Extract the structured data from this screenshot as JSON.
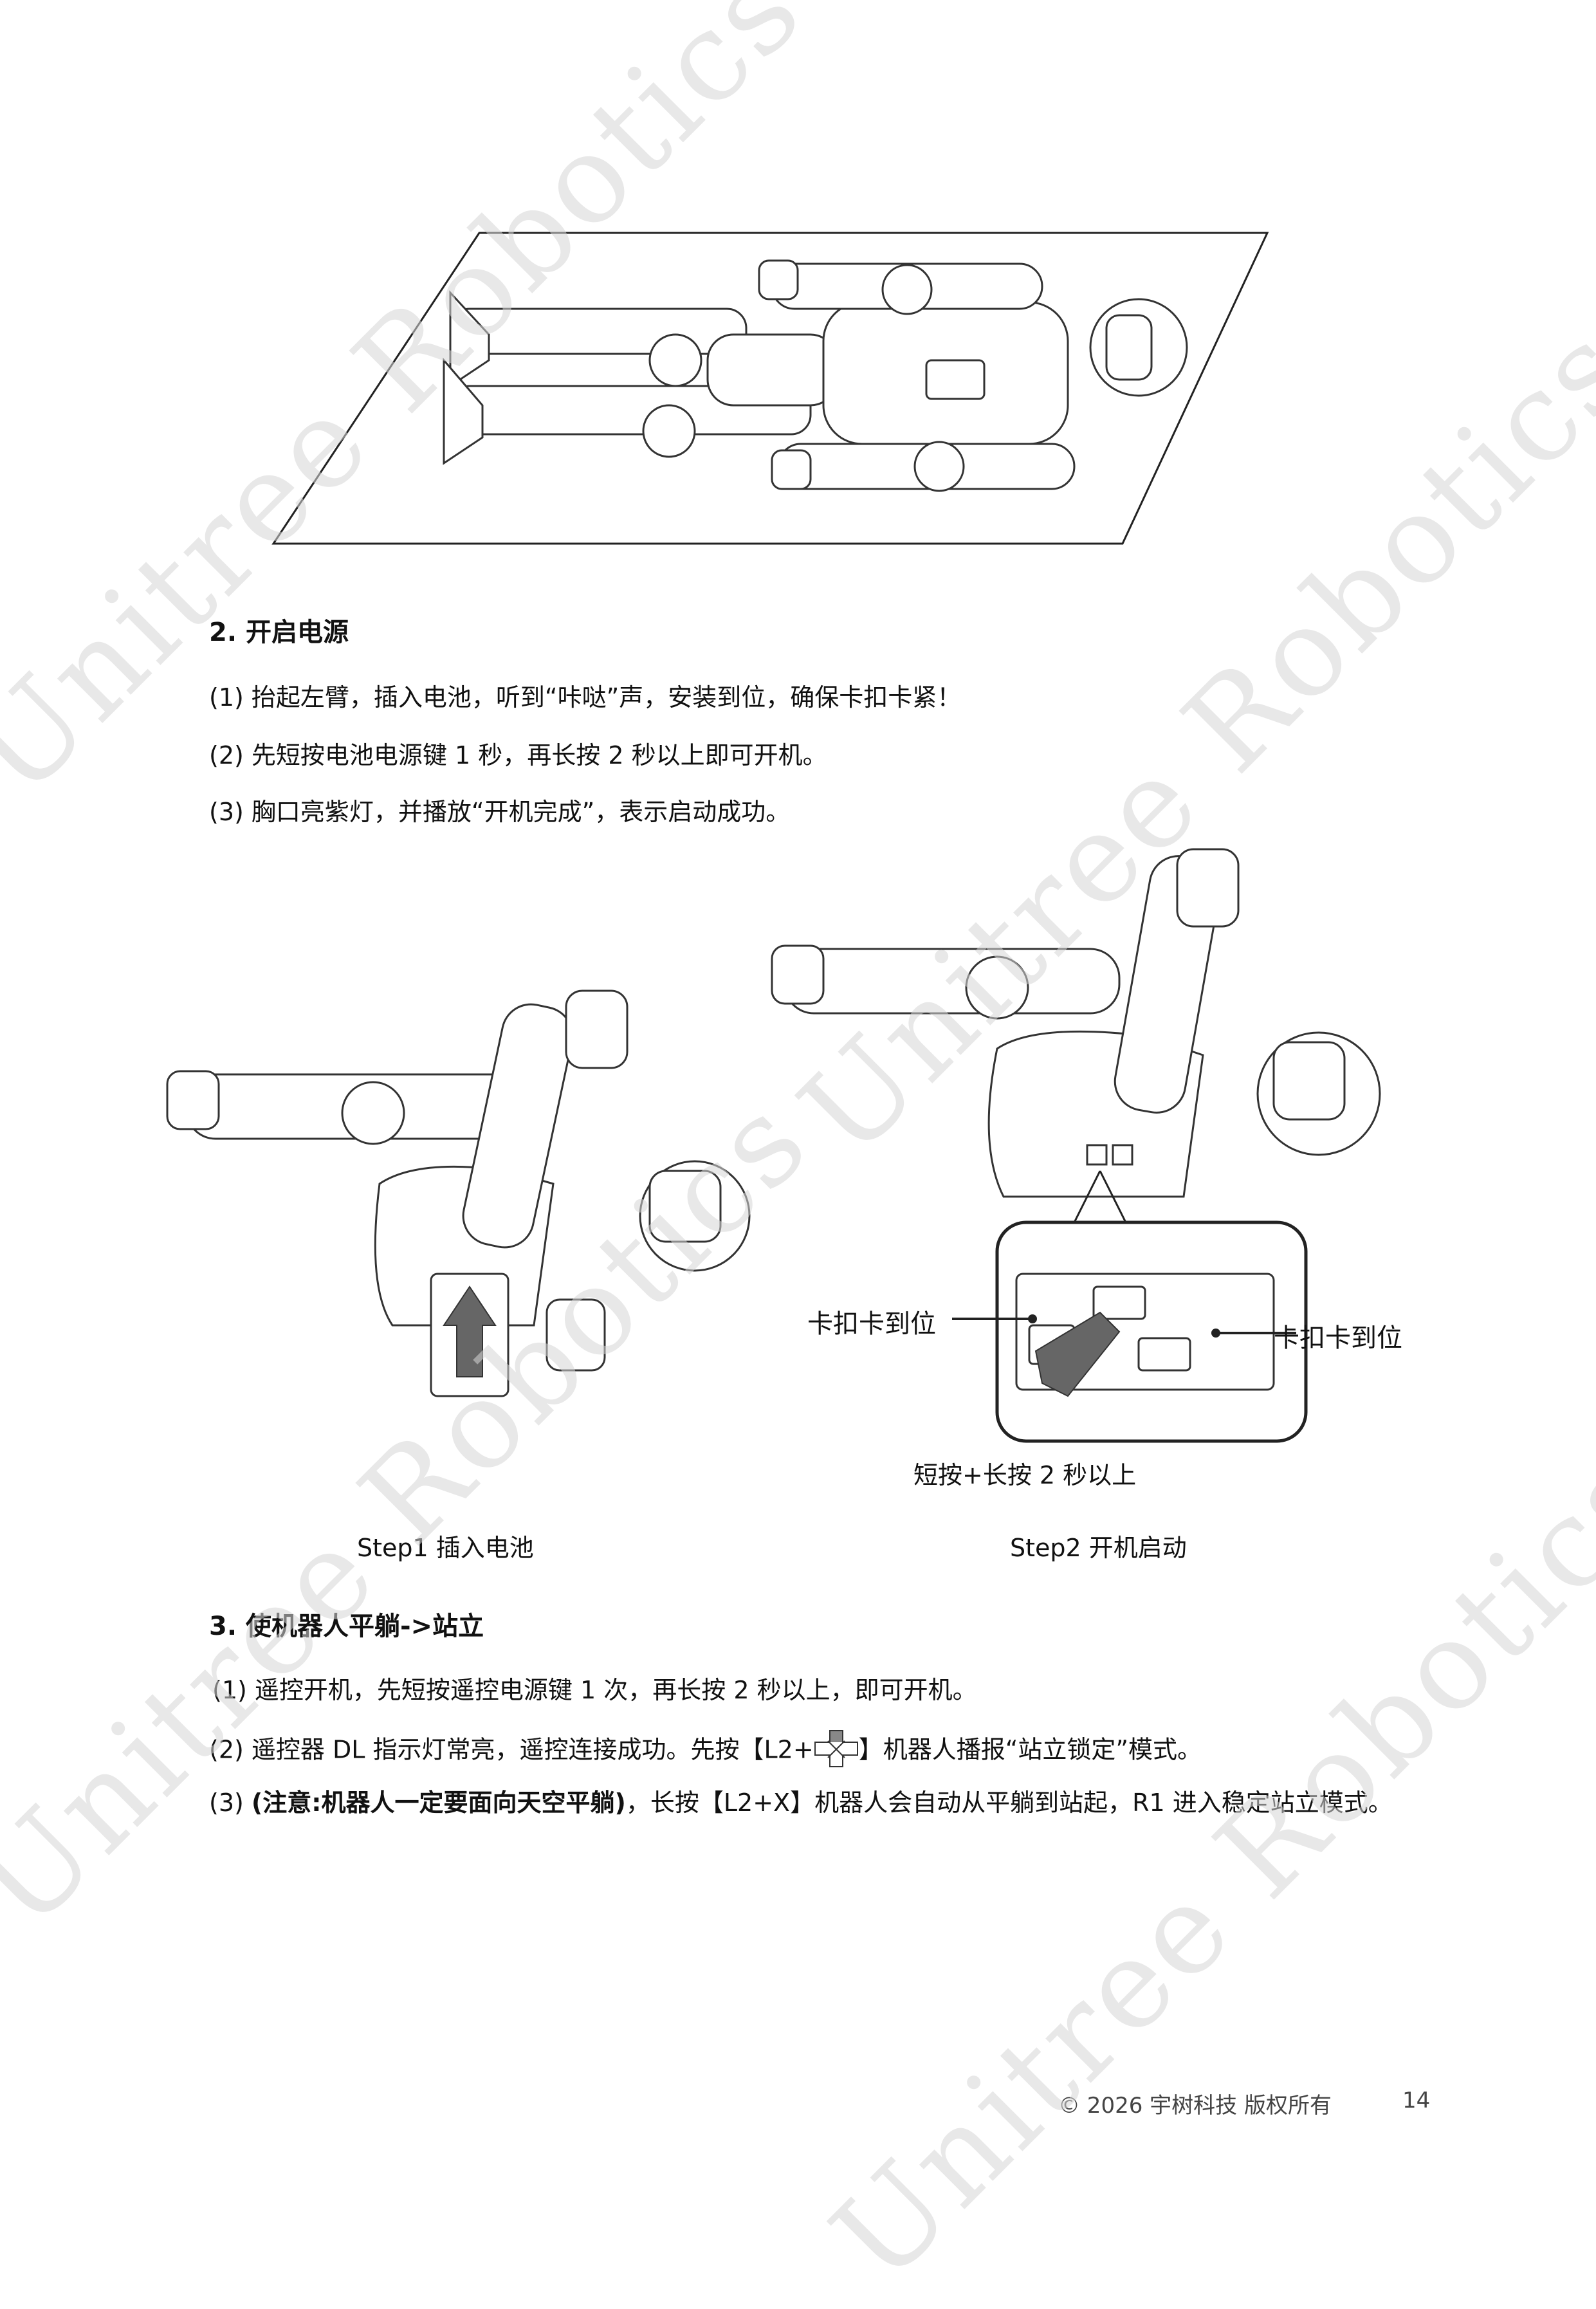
{
  "watermark": "Unitree Robotics",
  "section2": {
    "heading": "2.  开启电源",
    "steps": [
      "(1)  抬起左臂，插入电池，听到“咔哒”声，安装到位，确保卡扣卡紧！",
      "(2)  先短按电池电源键 1 秒，再长按 2 秒以上即可开机。",
      "(3)  胸口亮紫灯，并播放“开机完成”，表示启动成功。"
    ]
  },
  "figure": {
    "step1_caption": "Step1  插入电池",
    "step2_caption": "Step2  开机启动",
    "left_label": "卡扣卡到位",
    "right_label": "卡扣卡到位",
    "press_note": "短按+长按 2 秒以上"
  },
  "section3": {
    "heading": "3.  使机器人平躺->站立",
    "step1": "(1)  遥控开机，先短按遥控电源键 1 次，再长按 2 秒以上，即可开机。",
    "step2_before": "(2)  遥控器 DL 指示灯常亮，遥控连接成功。先按【L2+",
    "step2_after": "】机器人播报“站立锁定”模式。",
    "step3_prefix": "(3) ",
    "step3_bold": "(注意:机器人一定要面向天空平躺)",
    "step3_rest": "，长按【L2+X】机器人会自动从平躺到站起，R1 进入稳定站立模式。"
  },
  "footer": {
    "copyright": "© 2026    宇树科技  版权所有",
    "page_number": "14"
  }
}
